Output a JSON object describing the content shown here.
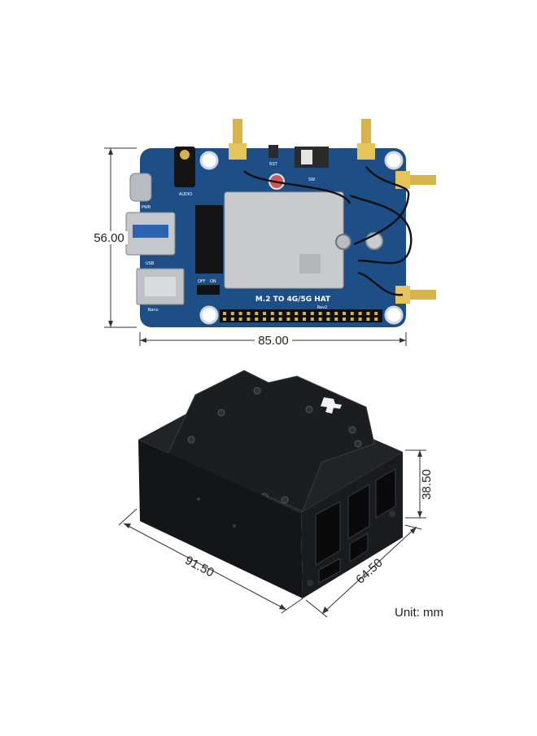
{
  "board": {
    "title": "M.2 TO 4G/5G HAT",
    "revision": "Rev2",
    "width_label": "85.00",
    "height_label": "56.00",
    "silk_labels": {
      "audio": "AUDIO",
      "ext_pwr": "EXT PWR",
      "usb": "USB",
      "nano": "Nano",
      "off": "OFF",
      "on": "ON",
      "rst": "RST",
      "sw": "SW"
    },
    "colors": {
      "pcb": "#1d4f86",
      "module": "#c9cacc",
      "gold": "#d8b24a"
    }
  },
  "case": {
    "length_label": "91.50",
    "width_label": "64.50",
    "height_label": "38.50",
    "colors": {
      "body": "#17181b"
    }
  },
  "unit_text": "Unit: mm"
}
